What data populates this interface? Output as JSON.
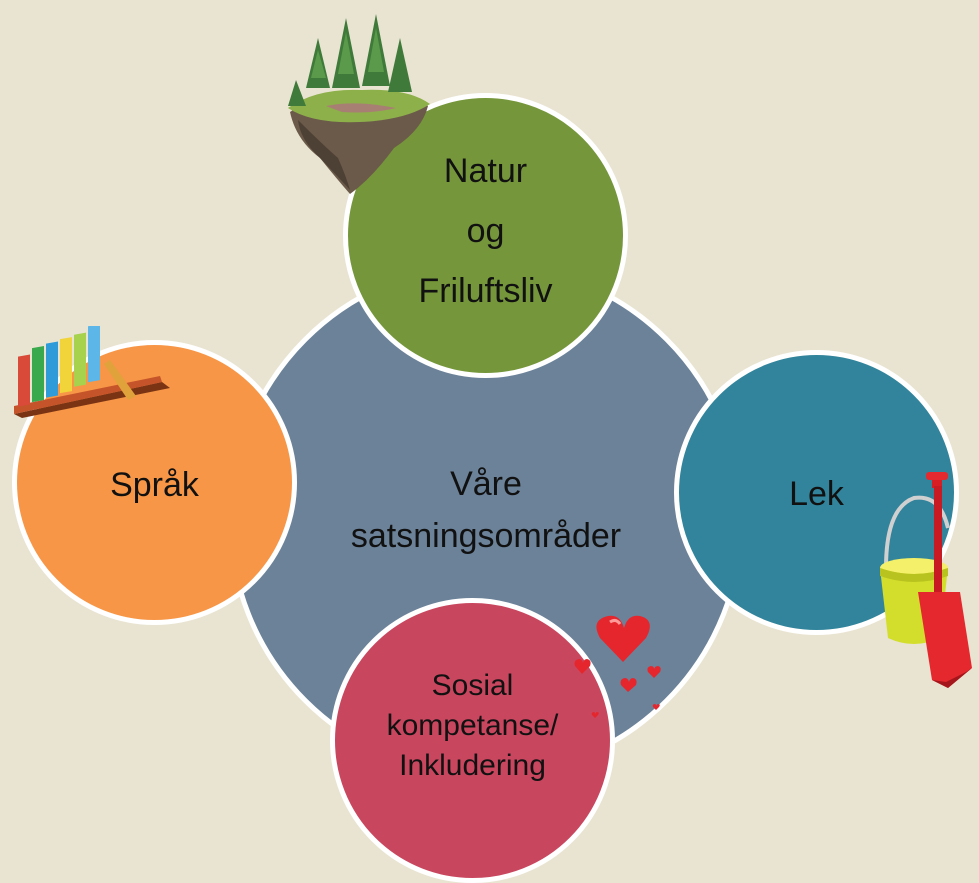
{
  "diagram": {
    "center": {
      "lines": [
        "Våre",
        "satsningsområder"
      ]
    },
    "nodes": [
      {
        "id": "natur",
        "lines": [
          "Natur",
          "og",
          "Friluftsliv"
        ]
      },
      {
        "id": "sprak",
        "lines": [
          "Språk"
        ]
      },
      {
        "id": "lek",
        "lines": [
          "Lek"
        ]
      },
      {
        "id": "sosial",
        "lines": [
          "Sosial",
          "kompetanse/",
          "Inkludering"
        ]
      }
    ]
  },
  "colors": {
    "background": "#e9e4d1",
    "center": "#6b8299",
    "natur": "#75963a",
    "sprak": "#f79646",
    "lek": "#31849b",
    "sosial": "#c9465f",
    "border": "#ffffff"
  },
  "clipart": [
    "floating-island-trees-icon",
    "bookshelf-icon",
    "sand-bucket-shovel-icon",
    "hearts-icon"
  ]
}
